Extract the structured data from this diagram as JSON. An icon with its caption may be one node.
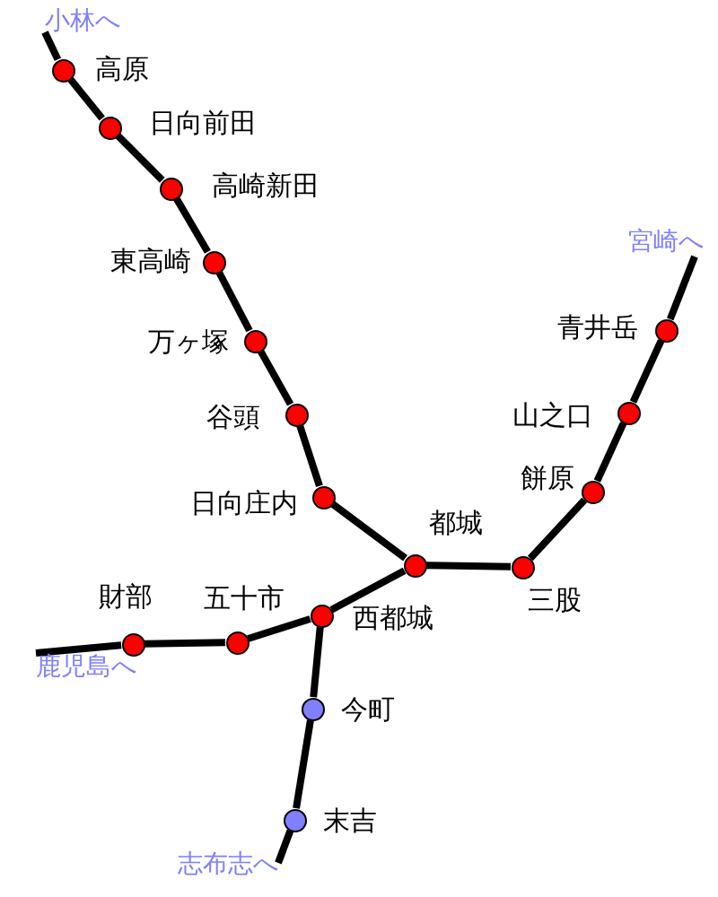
{
  "diagram": {
    "nodes": [
      {
        "text": [
          "小林へ"
        ]
      },
      {
        "text": [],
        "shape": "circle",
        "beside": [
          "高原"
        ]
      },
      {
        "text": [],
        "shape": "circle",
        "beside": [
          "日向前田"
        ]
      },
      {
        "text": [],
        "shape": "circle",
        "beside": [
          "高崎新田"
        ]
      },
      {
        "text": [
          "宮崎へ"
        ]
      },
      {
        "text": [],
        "shape": "circle",
        "beside": [
          "東高崎"
        ]
      },
      {
        "text": [],
        "shape": "circle",
        "beside": [
          "青井岳"
        ]
      },
      {
        "text": [],
        "shape": "circle",
        "beside": [
          "万ヶ塚"
        ]
      },
      {
        "text": [],
        "shape": "circle",
        "beside": [
          "谷頭"
        ]
      },
      {
        "text": [],
        "shape": "circle",
        "beside": [
          "山之口"
        ]
      },
      {
        "text": [],
        "shape": "circle",
        "beside": [
          "餅原"
        ]
      },
      {
        "text": [],
        "shape": "circle",
        "beside": [
          "日向庄内"
        ]
      },
      {
        "text": [],
        "shape": "circle",
        "beside": [
          "都城"
        ]
      },
      {
        "text": [],
        "shape": "circle",
        "beside": [
          "三股"
        ]
      },
      {
        "text": [],
        "shape": "circle",
        "beside": [
          "財部"
        ]
      },
      {
        "text": [],
        "shape": "circle",
        "beside": [
          "五十市"
        ]
      },
      {
        "text": [],
        "shape": "circle",
        "beside": [
          "西都城"
        ]
      },
      {
        "text": [
          "鹿児島へ"
        ]
      },
      {
        "text": [],
        "shape": "circle",
        "beside": [
          "今町"
        ]
      },
      {
        "text": [],
        "shape": "circle",
        "beside": [
          "末吉"
        ]
      },
      {
        "text": [
          "志布志へ"
        ]
      }
    ],
    "edges": [
      {
        "from": 0,
        "to": 1,
        "arrow": "none"
      },
      {
        "from": 1,
        "to": 2,
        "arrow": "none"
      },
      {
        "from": 2,
        "to": 3,
        "arrow": "none"
      },
      {
        "from": 3,
        "to": 5,
        "arrow": "none"
      },
      {
        "from": 5,
        "to": 7,
        "arrow": "none"
      },
      {
        "from": 7,
        "to": 8,
        "arrow": "none"
      },
      {
        "from": 8,
        "to": 11,
        "arrow": "none"
      },
      {
        "from": 11,
        "to": 12,
        "arrow": "none"
      },
      {
        "from": 12,
        "to": 13,
        "arrow": "none"
      },
      {
        "from": 13,
        "to": 10,
        "arrow": "none"
      },
      {
        "from": 10,
        "to": 9,
        "arrow": "none"
      },
      {
        "from": 9,
        "to": 6,
        "arrow": "none"
      },
      {
        "from": 6,
        "to": 4,
        "arrow": "none"
      },
      {
        "from": 12,
        "to": 16,
        "arrow": "none"
      },
      {
        "from": 16,
        "to": 15,
        "arrow": "none"
      },
      {
        "from": 15,
        "to": 14,
        "arrow": "none"
      },
      {
        "from": 14,
        "to": 17,
        "arrow": "none"
      },
      {
        "from": 16,
        "to": 18,
        "arrow": "none"
      },
      {
        "from": 18,
        "to": 19,
        "arrow": "none"
      },
      {
        "from": 19,
        "to": 20,
        "arrow": "none"
      }
    ]
  }
}
